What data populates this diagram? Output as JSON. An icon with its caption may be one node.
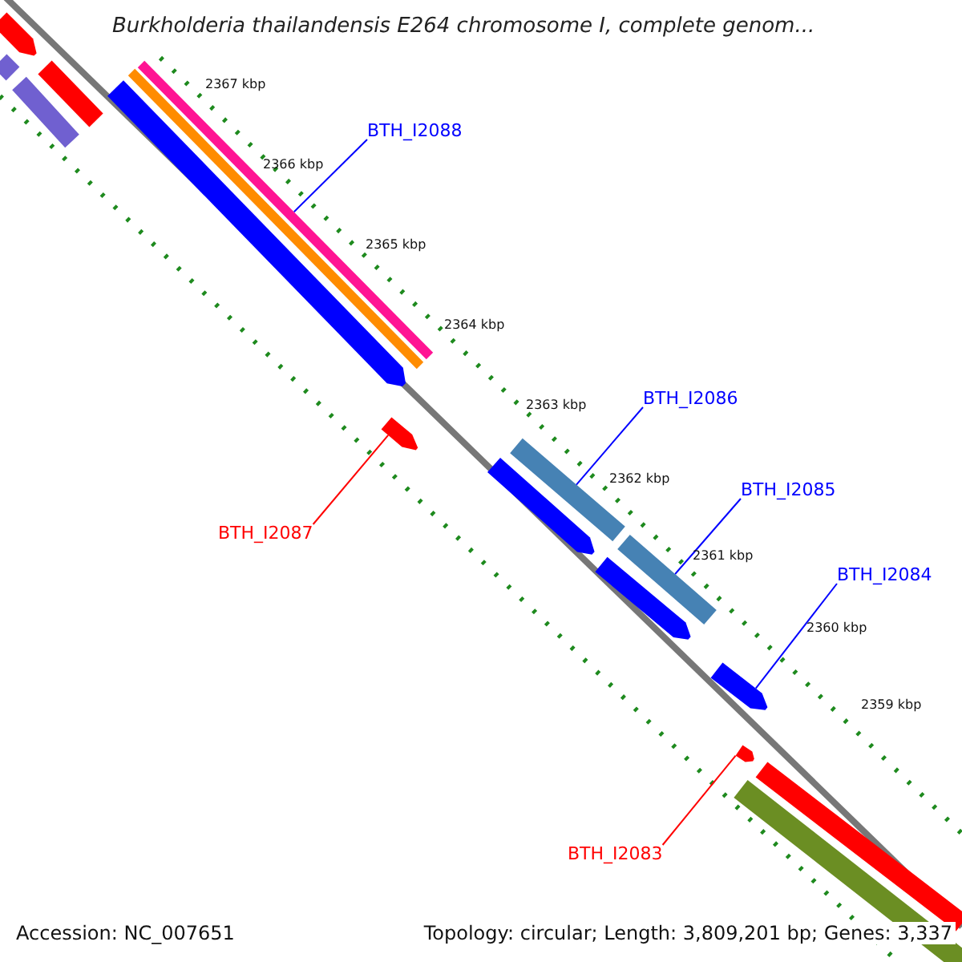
{
  "diagram": {
    "title": "Burkholderia thailandensis E264 chromosome I, complete genom...",
    "nodes": [
      {
        "text": [
          "BTH_I2088"
        ]
      },
      {
        "text": [
          "BTH_I2086"
        ]
      },
      {
        "text": [
          "BTH_I2085"
        ]
      },
      {
        "text": [
          "BTH_I2084"
        ]
      },
      {
        "text": [
          "BTH_I2087"
        ]
      },
      {
        "text": [
          "BTH_I2083"
        ]
      },
      {
        "text": [],
        "shape": "arrow"
      },
      {
        "text": [],
        "shape": "bar"
      },
      {
        "text": [],
        "shape": "bar"
      },
      {
        "text": [],
        "shape": "bar"
      },
      {
        "text": [],
        "shape": "bar"
      },
      {
        "text": [],
        "shape": "bar"
      },
      {
        "text": [],
        "shape": "arrow"
      },
      {
        "text": [],
        "shape": "arrow"
      },
      {
        "text": [],
        "shape": "bar"
      },
      {
        "text": [],
        "shape": "arrow"
      },
      {
        "text": [],
        "shape": "bar"
      },
      {
        "text": [],
        "shape": "arrow"
      },
      {
        "text": [],
        "shape": "arrow"
      },
      {
        "text": [],
        "shape": "arrow"
      },
      {
        "text": [],
        "shape": "bar"
      },
      {
        "text": [],
        "shape": "bar"
      }
    ],
    "edges": [
      {
        "from": 0,
        "to": 8,
        "arrow": "none"
      },
      {
        "from": 1,
        "to": 14,
        "arrow": "none"
      },
      {
        "from": 2,
        "to": 16,
        "arrow": "none"
      },
      {
        "from": 3,
        "to": 18,
        "arrow": "none"
      },
      {
        "from": 4,
        "to": 13,
        "arrow": "none",
        "color": "#ff0000"
      },
      {
        "from": 5,
        "to": 19,
        "arrow": "none",
        "color": "#ff0000"
      }
    ],
    "labels": [
      "2367 kbp",
      "2366 kbp",
      "2365 kbp",
      "2364 kbp",
      "2363 kbp",
      "2362 kbp",
      "2361 kbp",
      "2360 kbp",
      "2359 kbp",
      "Accession: NC_007651",
      "Topology: circular; Length: 3,809,201 bp; Genes: 3,337"
    ]
  }
}
